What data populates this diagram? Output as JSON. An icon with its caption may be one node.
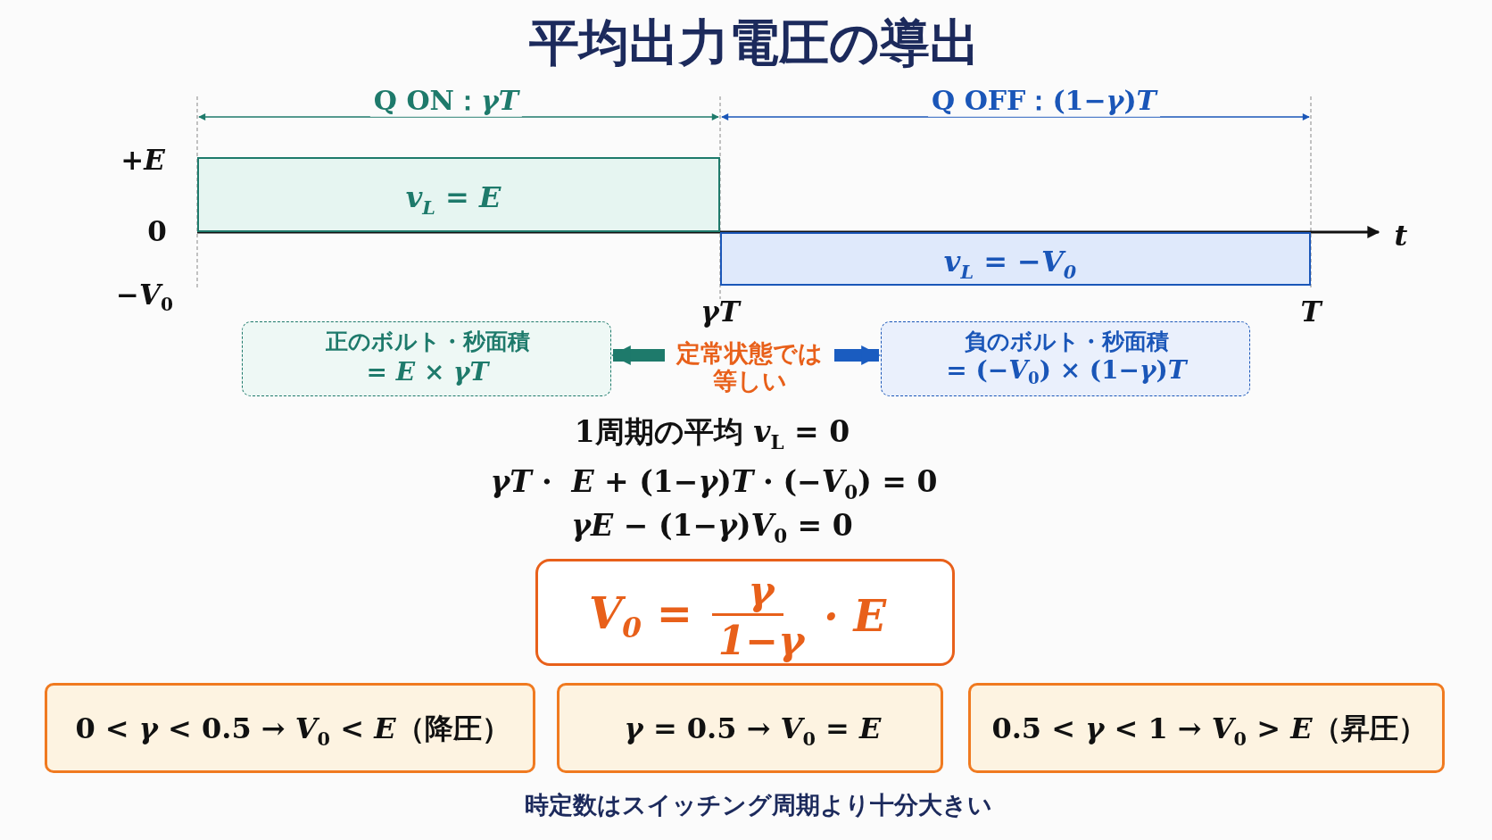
{
  "diagram": {
    "title": "平均出力電圧の導出",
    "nodes": [
      {
        "text": [
          "v$_{L}$ = E"
        ]
      },
      {
        "text": [
          "v$_{L}$ = −V$_{0}$"
        ]
      },
      {
        "text": [
          "正のボルト・秒面積",
          "= *E* × *γT*"
        ]
      },
      {
        "text": [
          "定常状態では等しい"
        ]
      },
      {
        "text": [
          "負のボルト・秒面積",
          "= (−*V*$_{0}$) × (1−*γ*)*T*"
        ]
      },
      {
        "text": [
          "V$_{0}$ =",
          "γ",
          "1−γ",
          "· E"
        ]
      },
      {
        "text": [
          "0 < *γ* < 0.5 → *V*$_{0}$ < *E*（降圧）"
        ]
      },
      {
        "text": [
          "*γ* = 0.5 → *V*$_{0}$ = *E*"
        ]
      },
      {
        "text": [
          "0.5 < *γ* < 1 → *V*$_{0}$ > *E*（昇圧）"
        ]
      }
    ],
    "edges": [
      {
        "from": 3,
        "to": 2,
        "arrow": "to",
        "color": "#1e7a6b"
      },
      {
        "from": 3,
        "to": 4,
        "arrow": "to",
        "color": "#1a5cc0"
      }
    ],
    "labels": [
      "Q ON：*γT*",
      "Q OFF：(1−*γ*)*T*",
      "+*E*",
      "0",
      "−*V*$_{0}$",
      "*t*",
      "*γT*",
      "*T*",
      "1周期の平均 *v*$_{L}$ = 0",
      "*γT*・ *E* + (1−*γ*)*T*・(−*V*$_{0}$) = 0",
      "*γE* − (1−*γ*)*V*$_{0}$ = 0",
      "時定数はスイッチング周期より十分大きい"
    ]
  }
}
